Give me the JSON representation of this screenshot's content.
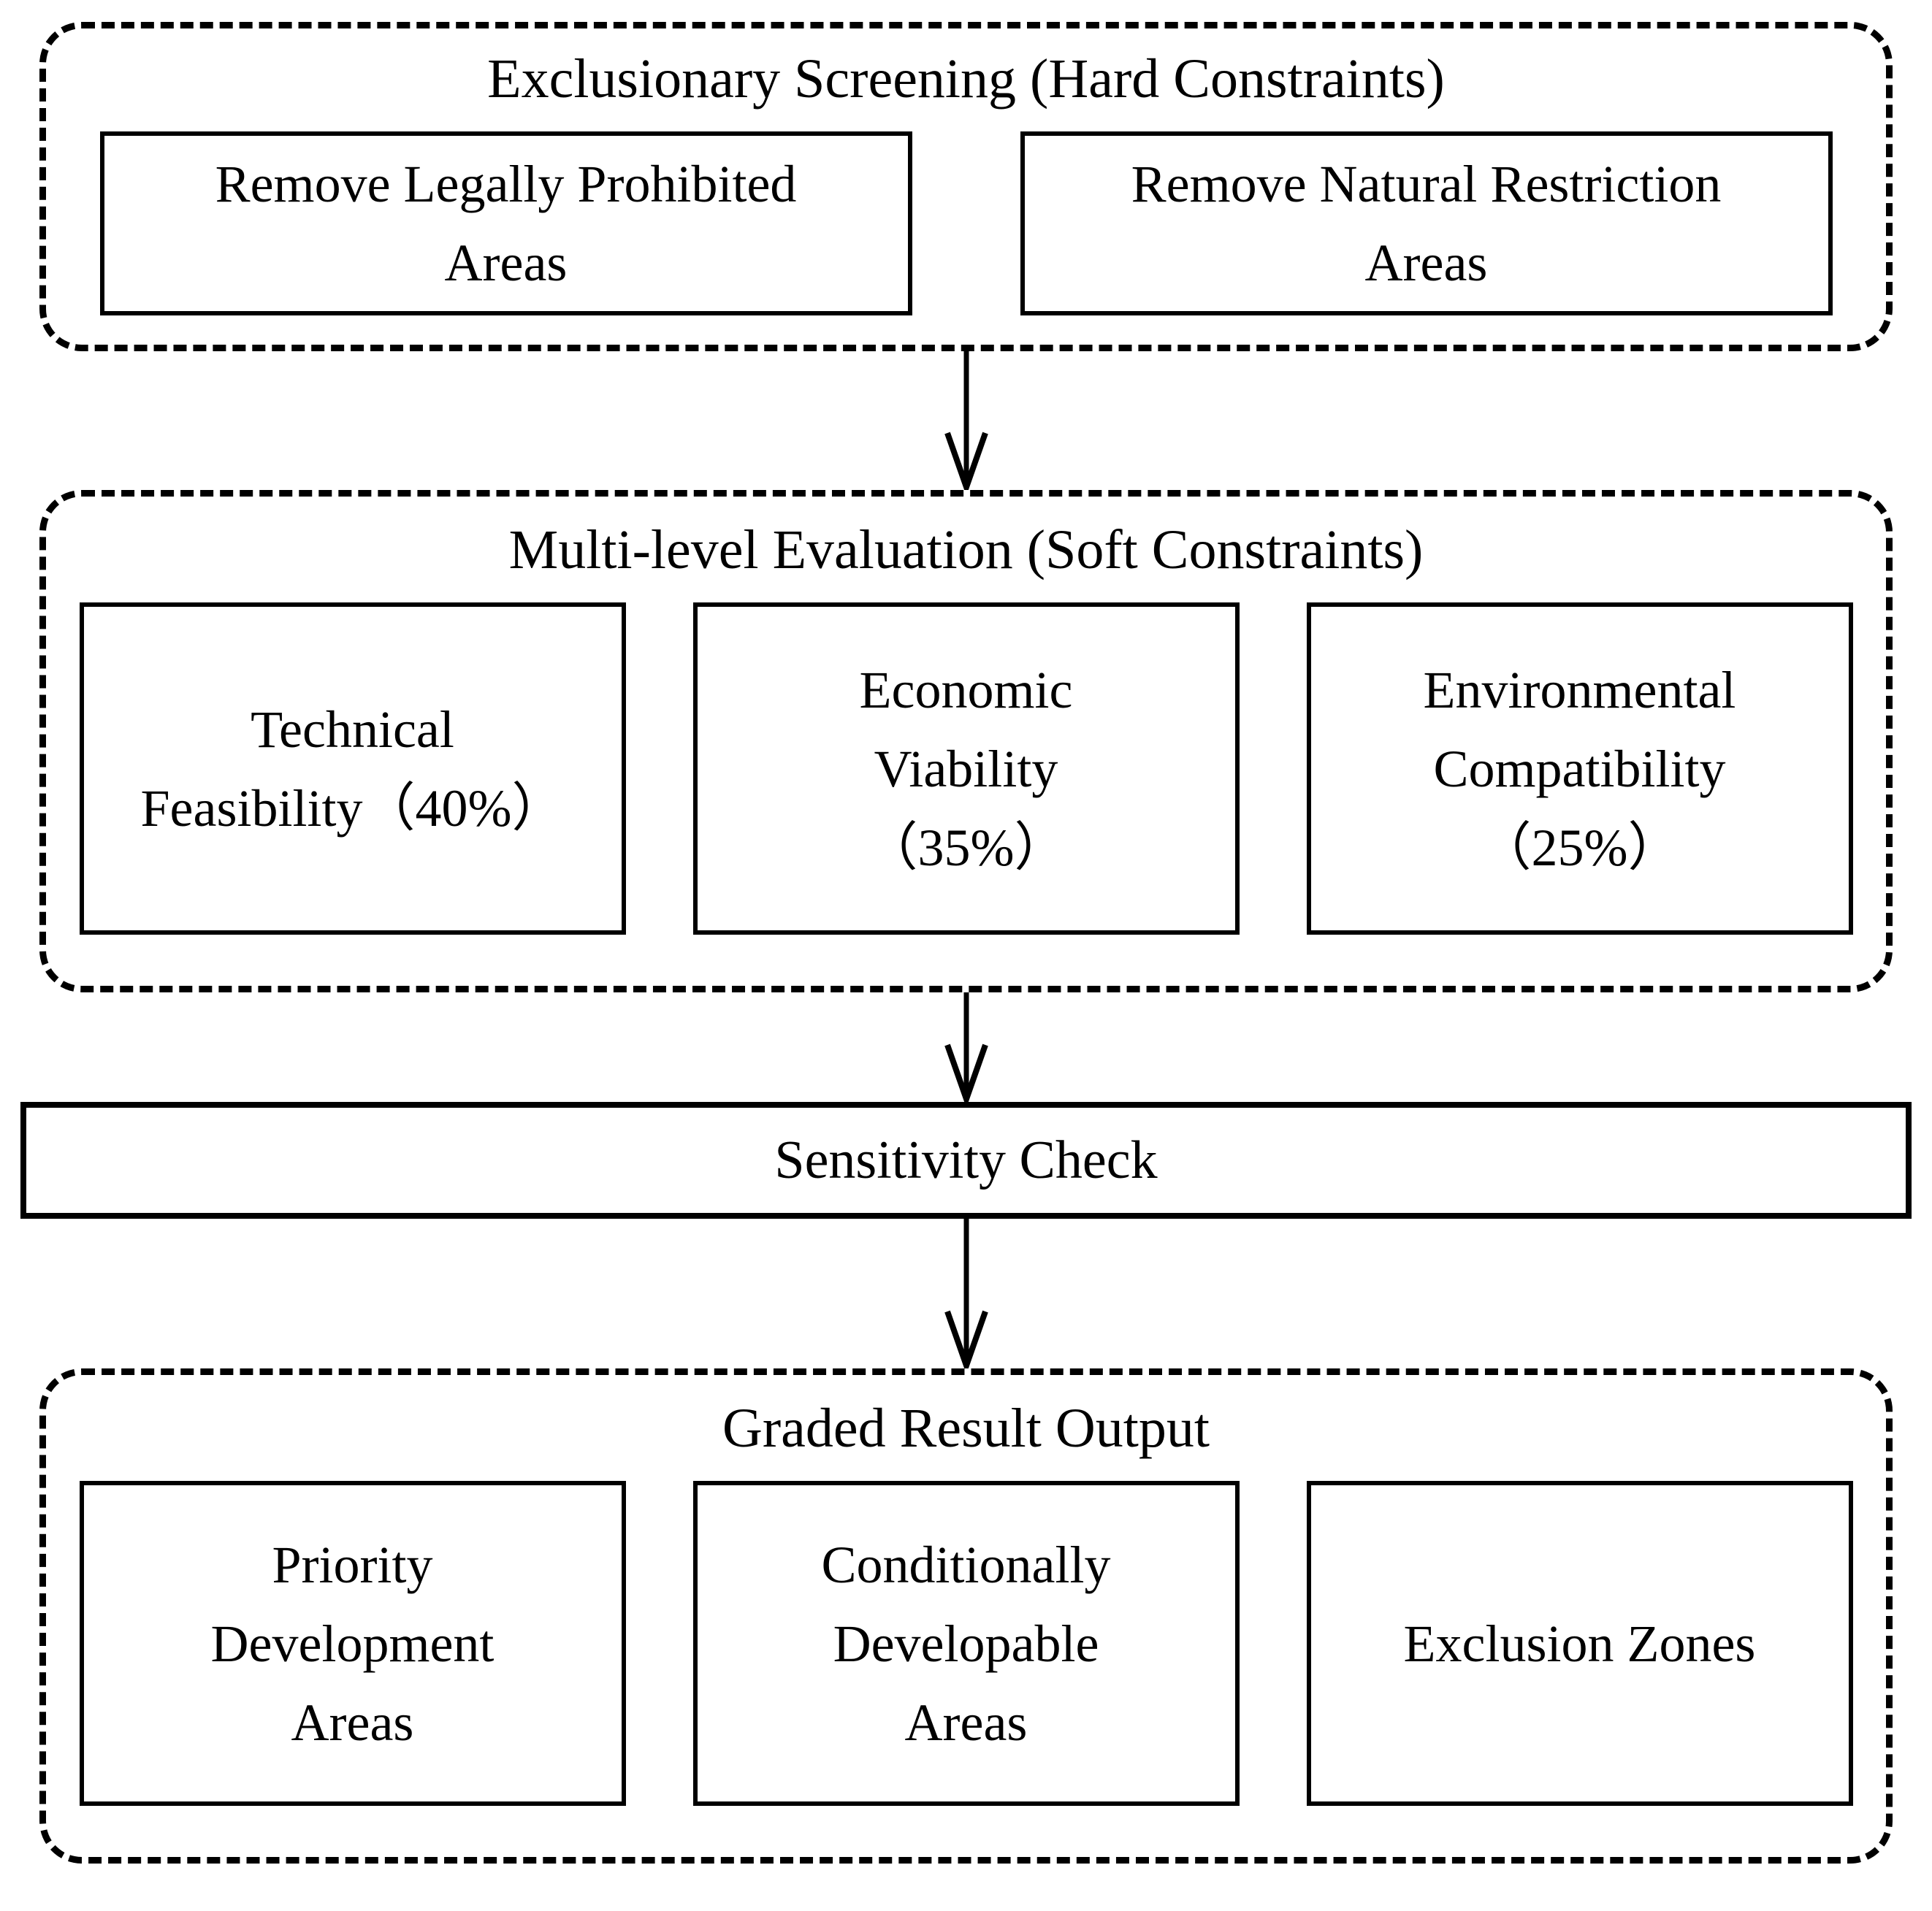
{
  "diagram": {
    "screening": {
      "title": "Exclusionary Screening (Hard Constraints)",
      "boxes": [
        {
          "label": "Remove Legally Prohibited\nAreas"
        },
        {
          "label": "Remove Natural Restriction\nAreas"
        }
      ]
    },
    "evaluation": {
      "title": "Multi-level Evaluation (Soft Constraints)",
      "boxes": [
        {
          "label": "Technical\nFeasibility（40%）"
        },
        {
          "label": "Economic\nViability\n（35%）"
        },
        {
          "label": "Environmental\nCompatibility\n（25%）"
        }
      ]
    },
    "sensitivity": {
      "label": "Sensitivity Check"
    },
    "output": {
      "title": "Graded Result Output",
      "boxes": [
        {
          "label": "Priority\nDevelopment\nAreas"
        },
        {
          "label": "Conditionally\nDevelopable\nAreas"
        },
        {
          "label": "Exclusion Zones"
        }
      ]
    },
    "colors": {
      "line": "#000000",
      "background": "#ffffff"
    }
  }
}
